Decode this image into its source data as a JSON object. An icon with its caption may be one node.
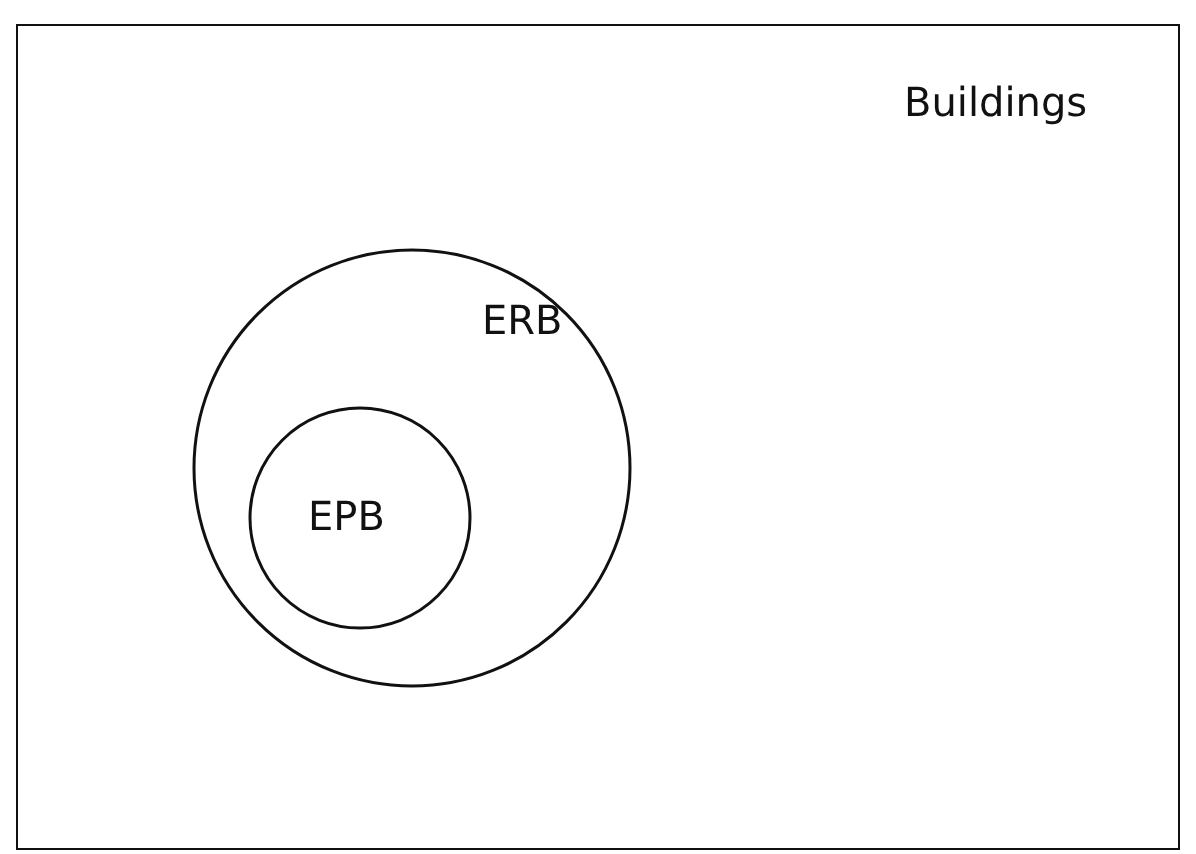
{
  "diagram": {
    "nodes": [
      {
        "text": [
          "Buildings"
        ]
      },
      {
        "text": [
          "ERB"
        ],
        "in": 0
      },
      {
        "text": [
          "EPB"
        ],
        "in": 1
      }
    ]
  }
}
